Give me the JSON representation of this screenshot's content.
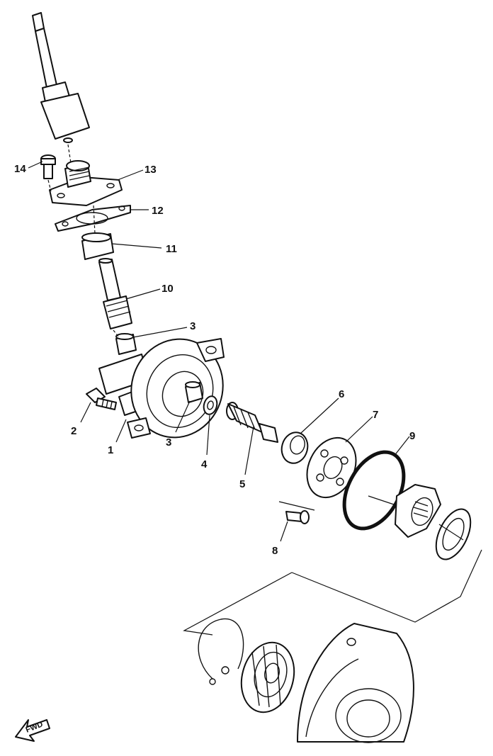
{
  "callouts": {
    "p1": "1",
    "p2": "2",
    "p3a": "3",
    "p3b": "3",
    "p4": "4",
    "p5": "5",
    "p6": "6",
    "p7": "7",
    "p8": "8",
    "p9": "9",
    "p10": "10",
    "p11": "11",
    "p12": "12",
    "p13": "13",
    "p14": "14"
  },
  "fwd_label": "FWD"
}
